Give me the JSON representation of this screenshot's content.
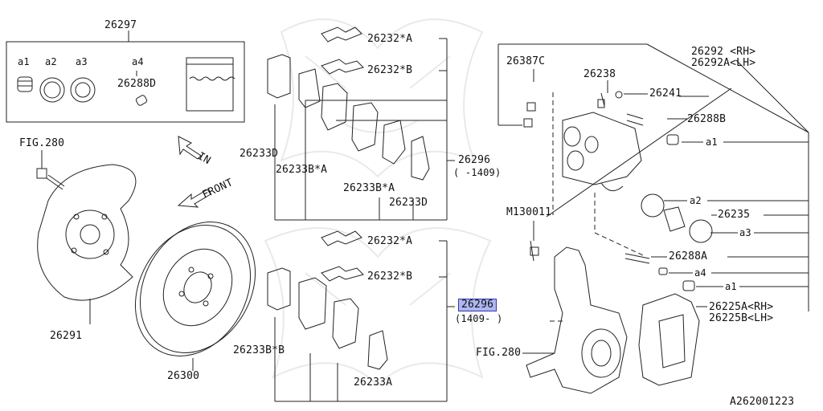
{
  "watermark": "Subaru samurai crest watermark",
  "kit": {
    "number": "26297",
    "items": [
      {
        "label": "a1"
      },
      {
        "label": "a2"
      },
      {
        "label": "a3"
      },
      {
        "label": "a4",
        "part": "26288D"
      }
    ]
  },
  "callouts": {
    "fig280_top": "FIG.280",
    "fig280_bottom": "FIG.280",
    "in_arrow": "IN",
    "front_arrow": "FRONT",
    "backing_plate": "26291",
    "rotor": "26300",
    "upper_set": {
      "clip_a": "26232*A",
      "clip_b": "26232*B",
      "shim_d": "26233D",
      "shim_ba_left": "26233B*A",
      "shim_ba_right": "26233B*A",
      "shim_d_right": "26233D",
      "pad_kit": "26296",
      "pad_kit_range": "( -1409)"
    },
    "lower_set": {
      "clip_a": "26232*A",
      "clip_b": "26232*B",
      "shim_bb": "26233B*B",
      "shim_a": "26233A",
      "pad_kit": "26296",
      "pad_kit_range": "(1409- )"
    },
    "caliper": {
      "bolt_c": "26387C",
      "bleeder": "26238",
      "cap": "26241",
      "caliper_rh": "26292 <RH>",
      "caliper_lh": "26292A<LH>",
      "pin_b": "26288B",
      "a1_top": "a1",
      "a2": "a2",
      "piston": "26235",
      "a3": "a3",
      "bolt_m": "M130011",
      "pin_a": "26288A",
      "a4": "a4",
      "a1_bottom": "a1",
      "support_rh": "26225A<RH>",
      "support_lh": "26225B<LH>"
    }
  },
  "diagram_id": "A262001223"
}
